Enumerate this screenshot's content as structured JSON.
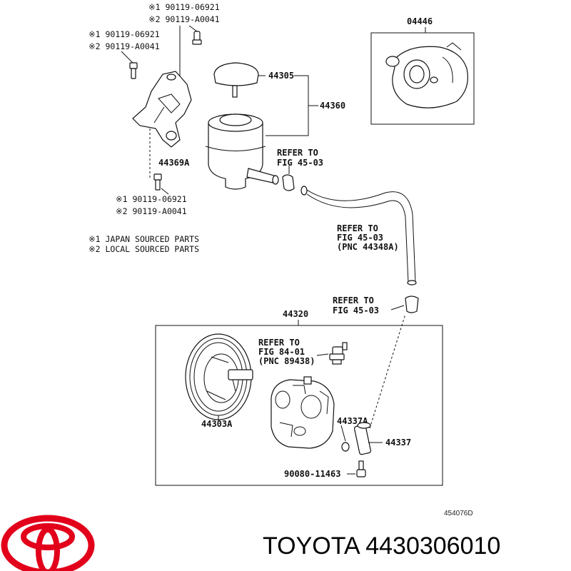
{
  "diagram": {
    "labels": {
      "top_note_1": "※1 90119-06921",
      "top_note_2": "※2 90119-A0041",
      "left_note_1": "※1 90119-06921",
      "left_note_2": "※2 90119-A0041",
      "bottom_note_1": "※1 90119-06921",
      "bottom_note_2": "※2 90119-A0041",
      "p04446": "04446",
      "p44305": "44305",
      "p44360": "44360",
      "p44369A": "44369A",
      "ref1_line1": "REFER TO",
      "ref1_line2": "FIG 45-03",
      "ref2_line1": "REFER TO",
      "ref2_line2": "FIG 45-03",
      "ref2_line3": "(PNC 44348A)",
      "ref3_line1": "REFER TO",
      "ref3_line2": "FIG 45-03",
      "p44320": "44320",
      "ref4_line1": "REFER TO",
      "ref4_line2": "FIG 84-01",
      "ref4_line3": "(PNC 89438)",
      "p44303A": "44303A",
      "p44337A": "44337A",
      "p44337": "44337",
      "p90080": "90080-11463",
      "legend_1": "※1 JAPAN SOURCED PARTS",
      "legend_2": "※2 LOCAL SOURCED PARTS",
      "code": "454076D"
    }
  },
  "brand": {
    "text": "TOYOTA 4430306010",
    "logo_color": "#e2001a"
  }
}
